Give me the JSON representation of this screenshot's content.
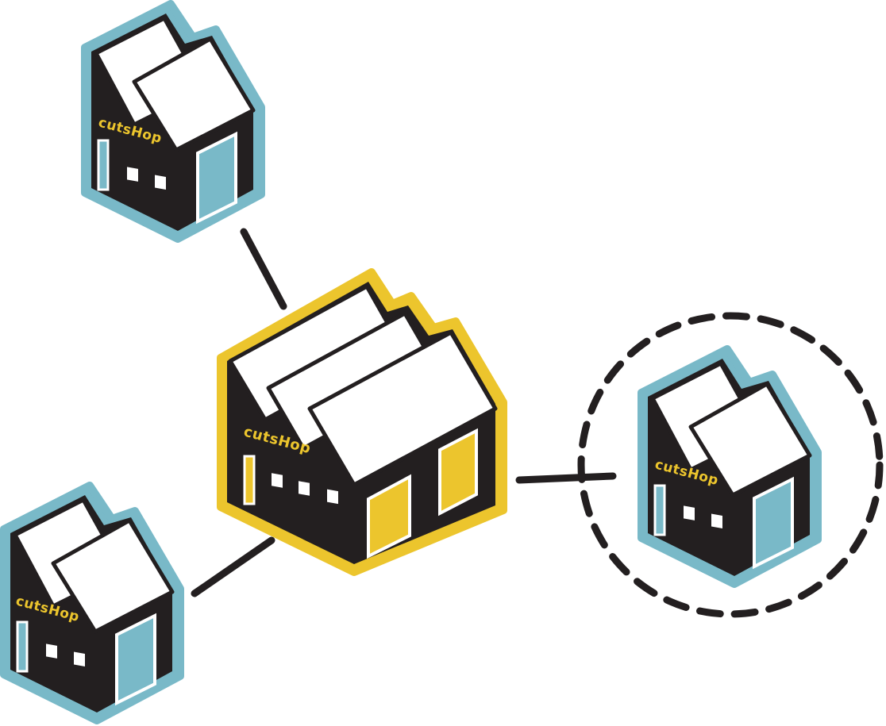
{
  "brand_label": "cutsHop",
  "colors": {
    "ink": "#231f20",
    "paper": "#ffffff",
    "hub_outline": "#ecc52d",
    "branch_outline": "#79b9c8",
    "hub_door": "#ecc52d",
    "branch_door": "#79b9c8"
  },
  "nodes": [
    {
      "id": "hub",
      "role": "main",
      "label": "cutsHop"
    },
    {
      "id": "branch-top-left",
      "role": "branch",
      "label": "cutsHop"
    },
    {
      "id": "branch-bottom-left",
      "role": "branch",
      "label": "cutsHop"
    },
    {
      "id": "branch-right",
      "role": "branch",
      "label": "cutsHop",
      "highlighted": true
    }
  ],
  "edges": [
    {
      "from": "hub",
      "to": "branch-top-left",
      "style": "solid"
    },
    {
      "from": "hub",
      "to": "branch-bottom-left",
      "style": "solid"
    },
    {
      "from": "hub",
      "to": "branch-right",
      "style": "solid"
    }
  ],
  "highlight": {
    "node": "branch-right",
    "style": "dashed-circle"
  }
}
